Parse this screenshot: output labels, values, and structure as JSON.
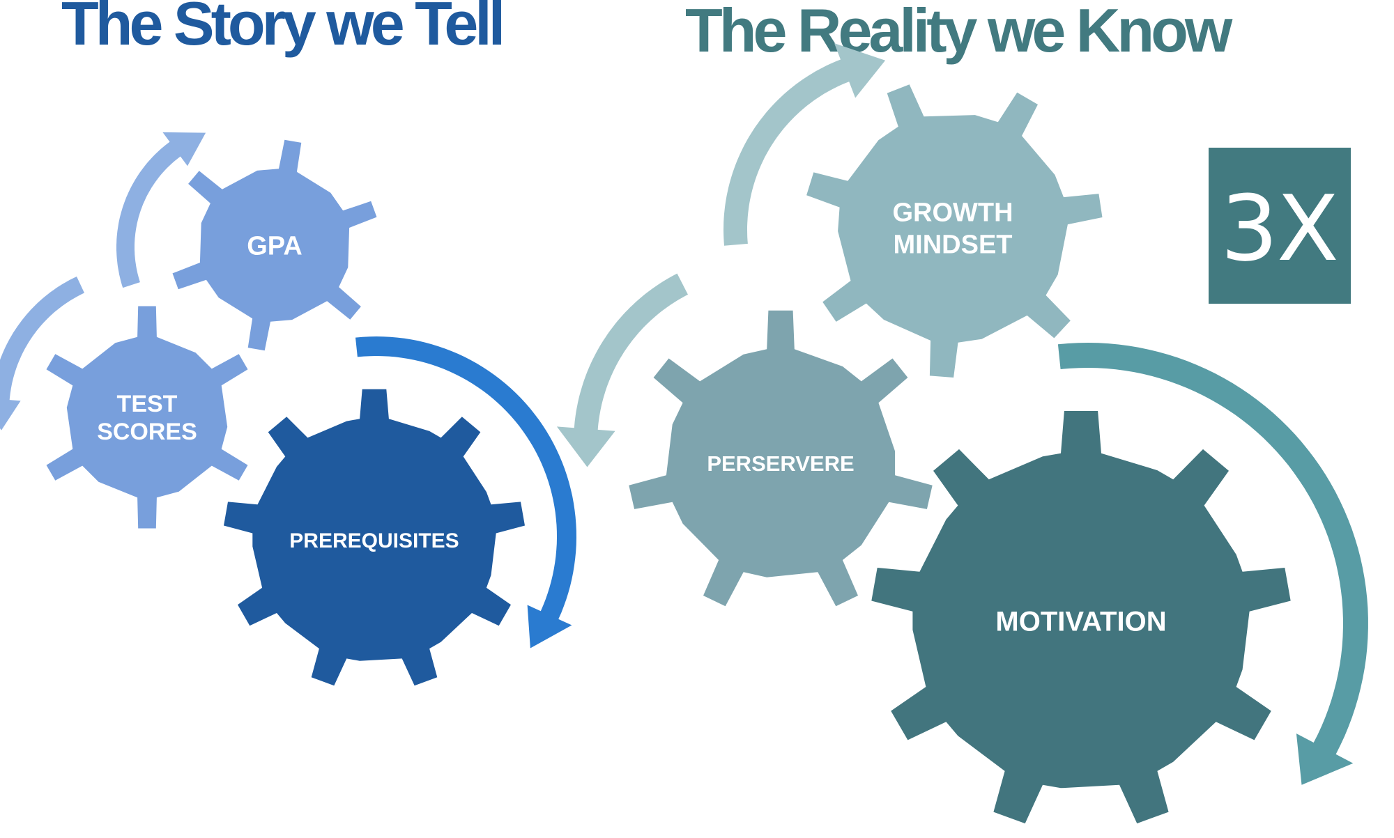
{
  "titles": {
    "left": "The Story we Tell",
    "right": "The Reality we Know"
  },
  "badge": {
    "text": "3X"
  },
  "gears": [
    {
      "id": "gpa",
      "lines": [
        "GPA"
      ],
      "icon": "gear-icon"
    },
    {
      "id": "test-scores",
      "lines": [
        "TEST",
        "SCORES"
      ],
      "icon": "gear-icon"
    },
    {
      "id": "prerequisites",
      "lines": [
        "PREREQUISITES"
      ],
      "icon": "gear-icon"
    },
    {
      "id": "growth-mindset",
      "lines": [
        "GROWTH",
        "MINDSET"
      ],
      "icon": "gear-icon"
    },
    {
      "id": "perservere",
      "lines": [
        "PERSERVERE"
      ],
      "icon": "gear-icon"
    },
    {
      "id": "motivation",
      "lines": [
        "MOTIVATION"
      ],
      "icon": "gear-icon"
    }
  ],
  "colors": {
    "left_title": "#1f5a9e",
    "right_title": "#427a80",
    "gpa": "#789fdc",
    "test_scores": "#789fdc",
    "prerequisites": "#1f5a9e",
    "growth_mindset": "#90b7bf",
    "perservere": "#7ea4ae",
    "motivation": "#42757e",
    "arrow_light_blue": "#8eb0e2",
    "arrow_blue": "#2a7bd0",
    "arrow_light_teal": "#a3c5ca",
    "arrow_teal": "#589ca5",
    "badge": "#427a80"
  }
}
